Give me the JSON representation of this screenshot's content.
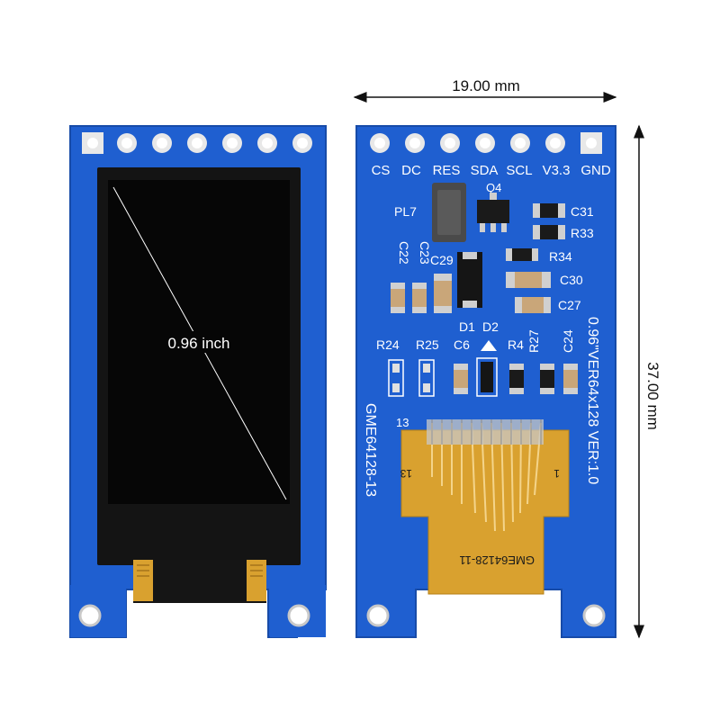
{
  "dimensions": {
    "width_label": "19.00 mm",
    "height_label": "37.00 mm"
  },
  "front": {
    "diagonal_label": "0.96 inch"
  },
  "back": {
    "pins": [
      "CS",
      "DC",
      "RES",
      "SDA",
      "SCL",
      "V3.3",
      "GND"
    ],
    "components": {
      "pl7": "PL7",
      "q4": "Q4",
      "c31": "C31",
      "r33": "R33",
      "c22": "C22",
      "c23": "C23",
      "c29": "C29",
      "r34": "R34",
      "c30": "C30",
      "c27": "C27",
      "d1": "D1",
      "d2": "D2",
      "r24": "R24",
      "r25": "R25",
      "c6": "C6",
      "r4": "R4",
      "r27": "R27",
      "c24": "C24"
    },
    "model_vertical": "0.96\"VER64x128 VER:1.0",
    "model_left": "GME64128-13",
    "pin13": "13",
    "fpc_13": "13",
    "fpc_1": "1",
    "fpc_label": "GME64128-11"
  },
  "colors": {
    "pcb_blue": "#1f5fd0",
    "pcb_dark": "#1849a8",
    "fpc_orange": "#d9a12f",
    "screen_black": "#060606"
  }
}
